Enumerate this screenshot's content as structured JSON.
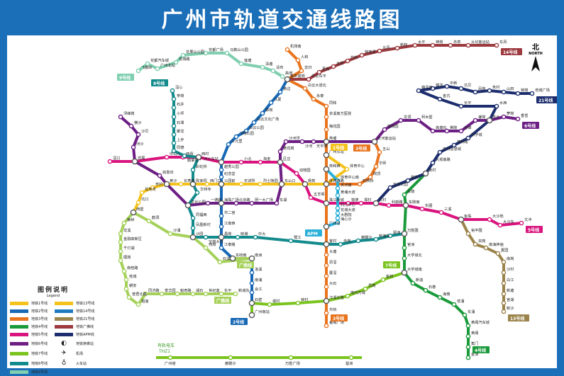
{
  "title": "广州市轨道交通线路图",
  "compass": {
    "label": "北",
    "sub": "NORTH"
  },
  "legend": {
    "title": "图例说明",
    "subtitle": "Legend",
    "items": [
      {
        "label": "地铁1号线",
        "color": "#f4c21b"
      },
      {
        "label": "地铁13号线",
        "color": "#f4c21b"
      },
      {
        "label": "地铁2号线",
        "color": "#1768b5"
      },
      {
        "label": "地铁14号线",
        "color": "#1e7ac0"
      },
      {
        "label": "地铁3号线",
        "color": "#e8741e"
      },
      {
        "label": "地铁21号线",
        "color": "#9b834a"
      },
      {
        "label": "地铁4号线",
        "color": "#1a9a3a"
      },
      {
        "label": "地铁广佛线",
        "color": "#9c3a3f"
      },
      {
        "label": "地铁5号线",
        "color": "#d9147e"
      },
      {
        "label": "地铁APM线",
        "color": "#1d2e6e"
      },
      {
        "label": "地铁6号线",
        "color": "#6d1f84"
      },
      {
        "label": "地铁换乘站",
        "icon": "transfer-icon"
      },
      {
        "label": "地铁7号线",
        "color": "#7bc41f"
      },
      {
        "label": "机场",
        "icon": "airplane-icon"
      },
      {
        "label": "地铁8号线",
        "color": "#138a8c"
      },
      {
        "label": "火车站",
        "icon": "train-station-icon"
      },
      {
        "label": "地铁9号线",
        "color": "#7fcfb0"
      }
    ]
  },
  "lines": [
    {
      "id": "l1",
      "badge": "1号线",
      "color": "#f4c21b",
      "stations": [
        "西塱",
        "坑口",
        "花地湾",
        "芳村",
        "黄沙",
        "长寿路",
        "陈家祠",
        "西门口",
        "公园前",
        "农讲所",
        "烈士陵园",
        "东山口",
        "杨箕",
        "体育西路",
        "体育中心",
        "广州东站"
      ]
    },
    {
      "id": "l2",
      "badge": "2号线",
      "color": "#1768b5",
      "stations": [
        "嘉禾望岗",
        "黄边",
        "江夏",
        "萧岗",
        "白云文化广场",
        "白云公园",
        "飞翔公园",
        "三元里",
        "广州火车站",
        "越秀公园",
        "纪念堂",
        "公园前",
        "海珠广场",
        "市二宫",
        "江南西",
        "昌岗",
        "江泰路",
        "东晓南",
        "南洲",
        "洛溪",
        "南浦",
        "会江",
        "石壁",
        "广州南站"
      ]
    },
    {
      "id": "l3",
      "badge": "3号线",
      "color": "#e8741e",
      "stations": [
        "机场南",
        "人和",
        "龙归",
        "嘉禾望岗",
        "白云大道北",
        "永泰",
        "同和",
        "京溪南方医院",
        "梅花园",
        "燕塘",
        "广州东站",
        "林和西",
        "体育西路",
        "珠江新城",
        "广州塔",
        "客村",
        "大塘",
        "沥滘",
        "厦滘",
        "大石",
        "汉溪长隆",
        "市桥",
        "番禺广场"
      ]
    },
    {
      "id": "l3b",
      "badge": "3号线",
      "color": "#e8741e",
      "stations": [
        "体育西路",
        "石牌桥",
        "岗顶",
        "华师",
        "五山",
        "天河客运站"
      ]
    },
    {
      "id": "l4",
      "badge": "4号线",
      "color": "#1a9a3a",
      "stations": [
        "黄村",
        "车陂",
        "车陂南",
        "万胜围",
        "官洲",
        "大学城北",
        "大学城南",
        "新造",
        "石碁",
        "海傍",
        "低涌",
        "东涌",
        "黄阁汽车城",
        "黄阁",
        "蕉门",
        "金洲"
      ]
    },
    {
      "id": "l5",
      "badge": "5号线",
      "color": "#d9147e",
      "stations": [
        "滘口",
        "坦尾",
        "中山八",
        "西场",
        "西村",
        "广州火车站",
        "小北",
        "淘金",
        "区庄",
        "动物园",
        "杨箕",
        "五羊邨",
        "珠江新城",
        "猎德",
        "潭村",
        "员村",
        "科韵路",
        "车陂南",
        "东圃",
        "三溪",
        "鱼珠",
        "大沙地",
        "大沙东",
        "文冲"
      ]
    },
    {
      "id": "l6",
      "badge": "6号线",
      "color": "#6d1f84",
      "stations": [
        "浔峰岗",
        "横沙",
        "沙贝",
        "河沙",
        "坦尾",
        "如意坊",
        "黄沙",
        "文化公园",
        "一德路",
        "海珠广场",
        "北京路",
        "团一大广场",
        "东湖",
        "东山口",
        "区庄",
        "黄花岗",
        "沙河顶",
        "沙河",
        "天平架",
        "燕塘",
        "天河客运站",
        "植物园",
        "龙洞",
        "柯木塱",
        "高塘石",
        "黄陂",
        "金峰",
        "暹岗",
        "苏元",
        "萝岗",
        "香雪"
      ]
    },
    {
      "id": "l7",
      "badge": "7号线",
      "color": "#7bc41f",
      "stations": [
        "广州南站",
        "石壁",
        "谢村",
        "钟村",
        "汉溪长隆",
        "南村万博",
        "员岗",
        "板桥",
        "大学城南"
      ]
    },
    {
      "id": "l8",
      "badge": "8号线",
      "color": "#138a8c",
      "stations": [
        "滘心",
        "亭岗",
        "石井",
        "小坪",
        "石潭",
        "聚龙",
        "上步",
        "同德",
        "鹅掌坦",
        "西村",
        "彩虹桥",
        "陈家祠",
        "华林寺",
        "文化公园",
        "同福西",
        "凤凰新村",
        "沙园",
        "宝岗大道",
        "昌岗",
        "晓港",
        "中大",
        "鹭江",
        "客村",
        "赤岗",
        "磨碟沙",
        "新港东",
        "琶洲",
        "万胜围"
      ]
    },
    {
      "id": "l9",
      "badge": "9号线",
      "color": "#7fcfb0",
      "stations": [
        "飞鹅岭",
        "花都汽车城",
        "广州北站",
        "花城路",
        "花果山公园",
        "花都广场",
        "马鞍山公园",
        "莲塘",
        "清塘",
        "清布",
        "高增"
      ]
    },
    {
      "id": "l13",
      "badge": "13号线",
      "color": "#9b834a",
      "stations": [
        "鱼珠",
        "裕丰围",
        "双岗",
        "南海神庙",
        "夏园",
        "南岗",
        "沙村",
        "白江",
        "新塘",
        "官湖",
        "新沙"
      ]
    },
    {
      "id": "l14",
      "badge": "14号线",
      "color": "#9c3a3f",
      "stations": [
        "嘉禾望岗",
        "白云东平",
        "夏良",
        "太和",
        "竹料",
        "钟落潭",
        "马沥",
        "新和",
        "太平",
        "神岗",
        "赤草",
        "从化客运站",
        "东风"
      ]
    },
    {
      "id": "l21",
      "badge": "21号线",
      "color": "#1d2e6e",
      "stations": [
        "员村",
        "天河公园",
        "棠东",
        "黄村",
        "大观南路",
        "天河智慧城",
        "神舟路",
        "科学城",
        "苏元",
        "水西",
        "长平",
        "金坑",
        "镇龙西",
        "镇龙",
        "中新",
        "坑贝",
        "凤岗",
        "朱村",
        "山田",
        "钟岗",
        "增城广场"
      ]
    },
    {
      "id": "apm",
      "badge": "APM",
      "color": "#2bb0d8",
      "stations": [
        "林和西",
        "体育中心南",
        "天河南",
        "黄埔大道",
        "妇儿中心",
        "花城大道",
        "大剧院",
        "海心沙",
        "广州塔"
      ]
    },
    {
      "id": "gf",
      "badge": "广佛线",
      "color": "#a5d15a",
      "stations": [
        "西塱",
        "鹤洞",
        "沙涌",
        "沙园",
        "燕岗",
        "石溪",
        "南洲",
        "东晓南"
      ]
    },
    {
      "id": "gfw",
      "badge": "广佛线",
      "color": "#a5d15a",
      "stations": [
        "西塱",
        "菊树",
        "龙溪",
        "金融高新区",
        "千灯湖",
        "礌岗",
        "南桂路",
        "桂城",
        "朝安",
        "普君北路",
        "祖庙",
        "同济路",
        "季华园",
        "魁奇路",
        "澜石",
        "世纪莲",
        "东平",
        "新城东"
      ]
    }
  ],
  "tram": {
    "label": "有轨电车",
    "code": "THZ1",
    "stations": [
      "广州塔",
      "磨碟沙",
      "万胜广场",
      "琶洲"
    ]
  }
}
